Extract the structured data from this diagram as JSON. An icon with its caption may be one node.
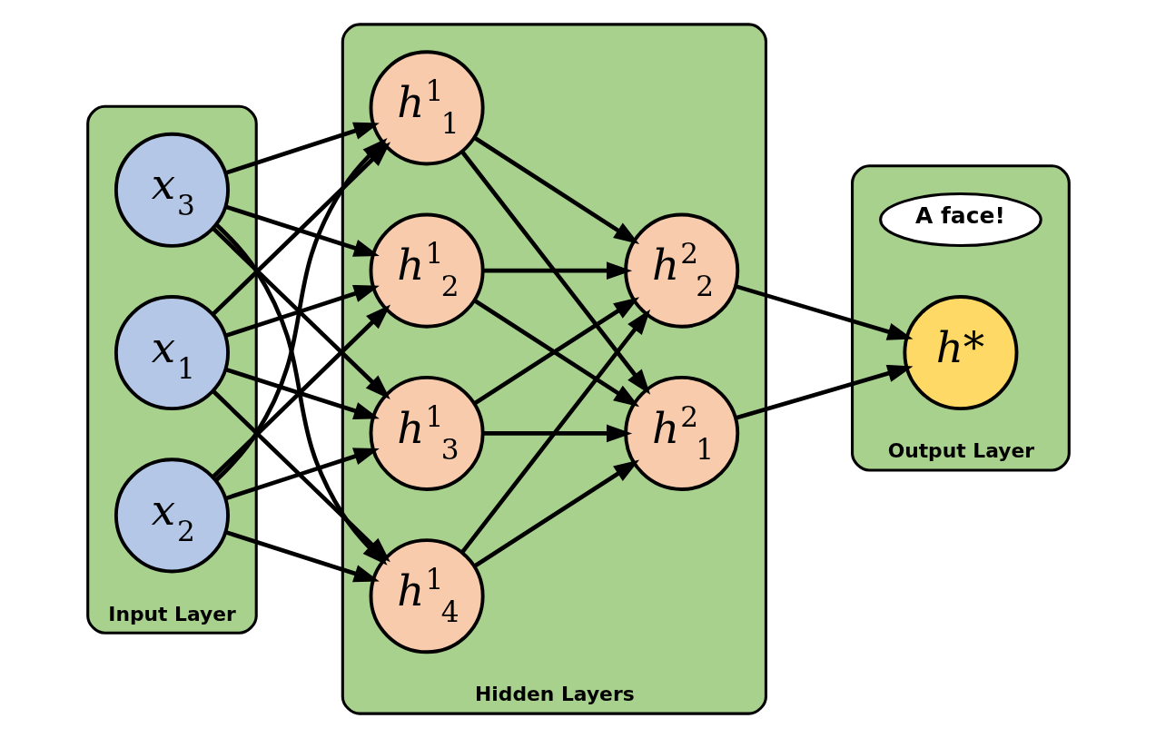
{
  "diagram": {
    "nodes": [
      {
        "text": [
          "Input Layer"
        ]
      },
      {
        "text": [
          "x$_{1}$"
        ],
        "in": 0
      },
      {
        "text": [
          "x$_{2}$"
        ],
        "in": 0
      },
      {
        "text": [
          "x$_{3}$"
        ],
        "in": 0
      },
      {
        "text": [
          "Hidden Layers"
        ]
      },
      {
        "text": [
          "h$^{1}$$_{1}$"
        ],
        "in": 4
      },
      {
        "text": [
          "h$^{1}$$_{2}$"
        ],
        "in": 4
      },
      {
        "text": [
          "h$^{1}$$_{3}$"
        ],
        "in": 4
      },
      {
        "text": [
          "h$^{1}$$_{4}$"
        ],
        "in": 4
      },
      {
        "text": [
          "h$^{2}$$_{1}$"
        ],
        "in": 4
      },
      {
        "text": [
          "h$^{2}$$_{2}$"
        ],
        "in": 4
      },
      {
        "text": [
          "Output Layer"
        ]
      },
      {
        "text": [
          "A face!"
        ],
        "in": 11
      },
      {
        "text": [
          "h*"
        ],
        "in": 11
      }
    ],
    "edges": [
      {
        "from": 1,
        "to": 5,
        "arrow": "to"
      },
      {
        "from": 1,
        "to": 6,
        "arrow": "to"
      },
      {
        "from": 1,
        "to": 7,
        "arrow": "to"
      },
      {
        "from": 1,
        "to": 8,
        "arrow": "to"
      },
      {
        "from": 2,
        "to": 5,
        "arrow": "to"
      },
      {
        "from": 2,
        "to": 6,
        "arrow": "to"
      },
      {
        "from": 2,
        "to": 7,
        "arrow": "to"
      },
      {
        "from": 2,
        "to": 8,
        "arrow": "to"
      },
      {
        "from": 3,
        "to": 5,
        "arrow": "to"
      },
      {
        "from": 3,
        "to": 6,
        "arrow": "to"
      },
      {
        "from": 3,
        "to": 7,
        "arrow": "to"
      },
      {
        "from": 3,
        "to": 8,
        "arrow": "to"
      },
      {
        "from": 5,
        "to": 9,
        "arrow": "to"
      },
      {
        "from": 5,
        "to": 10,
        "arrow": "to"
      },
      {
        "from": 6,
        "to": 9,
        "arrow": "to"
      },
      {
        "from": 6,
        "to": 10,
        "arrow": "to"
      },
      {
        "from": 7,
        "to": 9,
        "arrow": "to"
      },
      {
        "from": 7,
        "to": 10,
        "arrow": "to"
      },
      {
        "from": 8,
        "to": 9,
        "arrow": "to"
      },
      {
        "from": 8,
        "to": 10,
        "arrow": "to"
      },
      {
        "from": 9,
        "to": 13,
        "arrow": "to"
      },
      {
        "from": 10,
        "to": 13,
        "arrow": "to"
      }
    ]
  }
}
